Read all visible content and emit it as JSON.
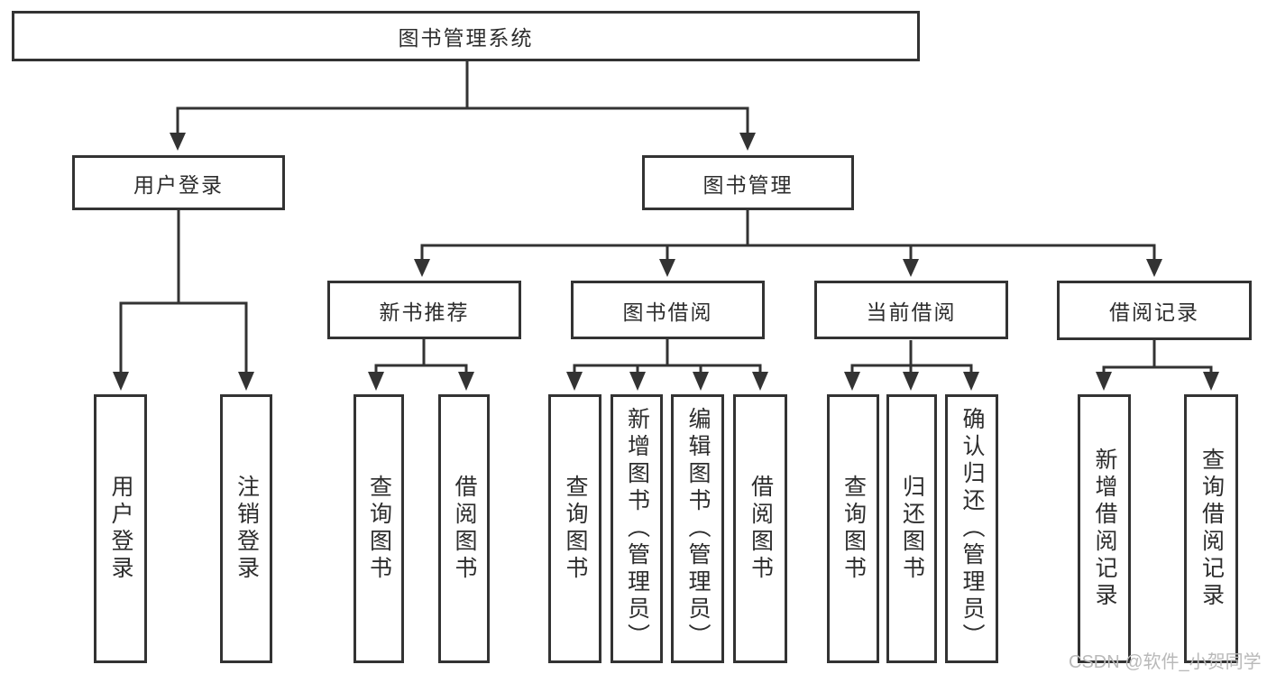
{
  "diagram": {
    "type": "tree",
    "title": "图书管理系统",
    "root": {
      "label": "图书管理系统"
    },
    "level2": [
      {
        "label": "用户登录",
        "parent": "图书管理系统"
      },
      {
        "label": "图书管理",
        "parent": "图书管理系统"
      }
    ],
    "level3": [
      {
        "label": "新书推荐",
        "parent": "图书管理"
      },
      {
        "label": "图书借阅",
        "parent": "图书管理"
      },
      {
        "label": "当前借阅",
        "parent": "图书管理"
      },
      {
        "label": "借阅记录",
        "parent": "图书管理"
      }
    ],
    "leaves": [
      {
        "label": "用户登录",
        "parent": "用户登录"
      },
      {
        "label": "注销登录",
        "parent": "用户登录"
      },
      {
        "label": "查询图书",
        "parent": "新书推荐"
      },
      {
        "label": "借阅图书",
        "parent": "新书推荐"
      },
      {
        "label": "查询图书",
        "parent": "图书借阅"
      },
      {
        "label": "新增图书（管理员）",
        "parent": "图书借阅"
      },
      {
        "label": "编辑图书（管理员）",
        "parent": "图书借阅"
      },
      {
        "label": "借阅图书",
        "parent": "图书借阅"
      },
      {
        "label": "查询图书",
        "parent": "当前借阅"
      },
      {
        "label": "归还图书",
        "parent": "当前借阅"
      },
      {
        "label": "确认归还（管理员）",
        "parent": "当前借阅"
      },
      {
        "label": "新增借阅记录",
        "parent": "借阅记录"
      },
      {
        "label": "查询借阅记录",
        "parent": "借阅记录"
      }
    ],
    "colors": {
      "line": "#333333",
      "box_fill": "#ffffff",
      "text": "#2d2d2d",
      "watermark": "#b9b9b9"
    },
    "watermark": {
      "text": "CSDN @软件_小贺同学"
    }
  }
}
